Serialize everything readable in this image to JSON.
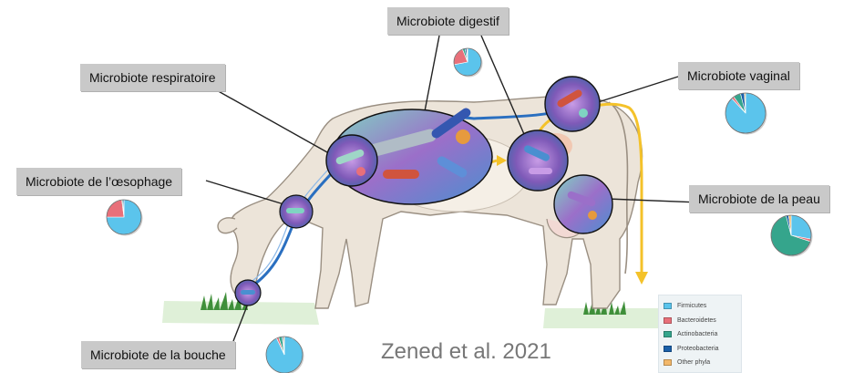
{
  "labels": {
    "digestif": "Microbiote digestif",
    "respiratoire": "Microbiote respiratoire",
    "vaginal": "Microbiote vaginal",
    "oesophage": "Microbiote de l’œsophage",
    "peau": "Microbiote de la peau",
    "bouche": "Microbiote de la bouche"
  },
  "citation": "Zened et al. 2021",
  "legend": [
    {
      "name": "Firmicutes",
      "color": "#5bc4ec"
    },
    {
      "name": "Bacteroidetes",
      "color": "#e8707a"
    },
    {
      "name": "Actinobacteria",
      "color": "#35a58c"
    },
    {
      "name": "Proteobacteria",
      "color": "#1a5fa8"
    },
    {
      "name": "Other phyla",
      "color": "#f3b86a"
    }
  ],
  "pies": {
    "digestif": [
      0.72,
      0.22,
      0.03,
      0.02,
      0.01
    ],
    "oesophage": [
      0.75,
      0.23,
      0.01,
      0.01,
      0.0
    ],
    "vaginal": [
      0.88,
      0.02,
      0.06,
      0.03,
      0.01
    ],
    "peau": [
      0.28,
      0.02,
      0.66,
      0.02,
      0.02
    ],
    "bouche": [
      0.93,
      0.02,
      0.03,
      0.01,
      0.01
    ]
  }
}
